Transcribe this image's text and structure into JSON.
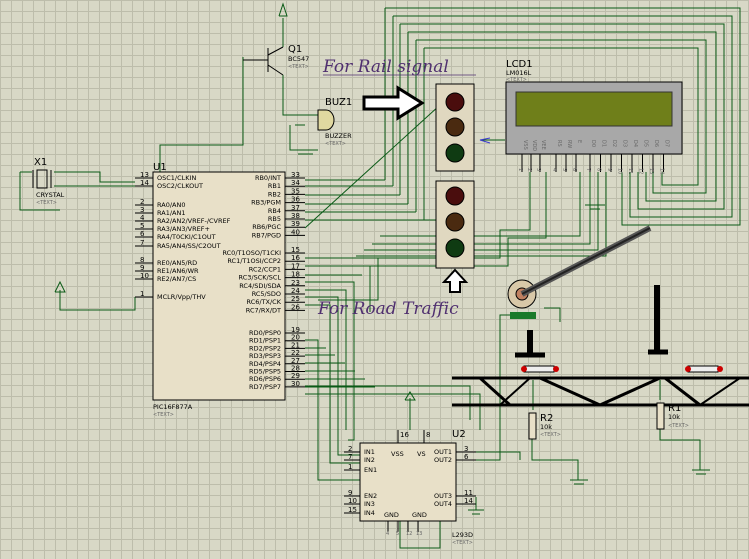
{
  "notes": {
    "rail": "For Rail signal",
    "road": "For Road Traffic"
  },
  "crystal": {
    "ref": "X1",
    "value": "CRYSTAL",
    "text": "<TEXT>"
  },
  "mcu": {
    "ref": "U1",
    "part": "PIC16F877A",
    "text": "<TEXT>",
    "left_pins": [
      {
        "num": "13",
        "name": "OSC1/CLKIN"
      },
      {
        "num": "14",
        "name": "OSC2/CLKOUT"
      },
      {
        "num": "2",
        "name": "RA0/AN0"
      },
      {
        "num": "3",
        "name": "RA1/AN1"
      },
      {
        "num": "4",
        "name": "RA2/AN2/VREF-/CVREF"
      },
      {
        "num": "5",
        "name": "RA3/AN3/VREF+"
      },
      {
        "num": "6",
        "name": "RA4/T0CKI/C1OUT"
      },
      {
        "num": "7",
        "name": "RA5/AN4/SS/C2OUT"
      },
      {
        "num": "8",
        "name": "RE0/AN5/RD"
      },
      {
        "num": "9",
        "name": "RE1/AN6/WR"
      },
      {
        "num": "10",
        "name": "RE2/AN7/CS"
      },
      {
        "num": "1",
        "name": "MCLR/Vpp/THV"
      }
    ],
    "right_pins": [
      {
        "num": "33",
        "name": "RB0/INT"
      },
      {
        "num": "34",
        "name": "RB1"
      },
      {
        "num": "35",
        "name": "RB2"
      },
      {
        "num": "36",
        "name": "RB3/PGM"
      },
      {
        "num": "37",
        "name": "RB4"
      },
      {
        "num": "38",
        "name": "RB5"
      },
      {
        "num": "39",
        "name": "RB6/PGC"
      },
      {
        "num": "40",
        "name": "RB7/PGD"
      },
      {
        "num": "15",
        "name": "RC0/T1OSO/T1CKI"
      },
      {
        "num": "16",
        "name": "RC1/T1OSI/CCP2"
      },
      {
        "num": "17",
        "name": "RC2/CCP1"
      },
      {
        "num": "18",
        "name": "RC3/SCK/SCL"
      },
      {
        "num": "23",
        "name": "RC4/SDI/SDA"
      },
      {
        "num": "24",
        "name": "RC5/SDO"
      },
      {
        "num": "25",
        "name": "RC6/TX/CK"
      },
      {
        "num": "26",
        "name": "RC7/RX/DT"
      },
      {
        "num": "19",
        "name": "RD0/PSP0"
      },
      {
        "num": "20",
        "name": "RD1/PSP1"
      },
      {
        "num": "21",
        "name": "RD2/PSP2"
      },
      {
        "num": "22",
        "name": "RD3/PSP3"
      },
      {
        "num": "27",
        "name": "RD4/PSP4"
      },
      {
        "num": "28",
        "name": "RD5/PSP5"
      },
      {
        "num": "29",
        "name": "RD6/PSP6"
      },
      {
        "num": "30",
        "name": "RD7/PSP7"
      }
    ]
  },
  "transistor": {
    "ref": "Q1",
    "value": "BC547",
    "text": "<TEXT>"
  },
  "buzzer": {
    "ref": "BUZ1",
    "value": "BUZZER",
    "text": "<TEXT>"
  },
  "lcd": {
    "ref": "LCD1",
    "value": "LM016L",
    "text": "<TEXT>",
    "pin_names": [
      "VSS",
      "VDD",
      "VEE",
      "RS",
      "RW",
      "E",
      "D0",
      "D1",
      "D2",
      "D3",
      "D4",
      "D5",
      "D6",
      "D7"
    ],
    "pin_nums": [
      "1",
      "2",
      "3",
      "4",
      "5",
      "6",
      "7",
      "8",
      "9",
      "10",
      "11",
      "12",
      "13",
      "14"
    ]
  },
  "driver": {
    "ref": "U2",
    "part": "L293D",
    "text": "<TEXT>",
    "left_pins": [
      {
        "num": "2",
        "name": "IN1"
      },
      {
        "num": "7",
        "name": "IN2"
      },
      {
        "num": "1",
        "name": "EN1"
      },
      {
        "num": "9",
        "name": "EN2"
      },
      {
        "num": "10",
        "name": "IN3"
      },
      {
        "num": "15",
        "name": "IN4"
      }
    ],
    "right_pins": [
      {
        "num": "3",
        "name": "OUT1"
      },
      {
        "num": "6",
        "name": "OUT2"
      },
      {
        "num": "11",
        "name": "OUT3"
      },
      {
        "num": "14",
        "name": "OUT4"
      }
    ],
    "top_pins": [
      {
        "num": "16",
        "name": "VSS"
      },
      {
        "num": "8",
        "name": "VS"
      }
    ],
    "bottom_pins": [
      {
        "num": "4",
        "name": "GND"
      },
      {
        "num": "5",
        "name": "GND"
      },
      {
        "num": "12",
        "name": "GND"
      },
      {
        "num": "13",
        "name": "GND"
      }
    ]
  },
  "resistors": [
    {
      "ref": "R2",
      "value": "10k",
      "text": "<TEXT>"
    },
    {
      "ref": "R1",
      "value": "10k",
      "text": "<TEXT>"
    }
  ],
  "colors": {
    "wire": "#0a5a16",
    "lamp_red": "#4a0d0d",
    "lamp_amber": "#4a2a10",
    "lamp_green": "#0f3b12",
    "lcd_screen": "#6f7f1a",
    "lcd_body": "#a8a8a8"
  }
}
